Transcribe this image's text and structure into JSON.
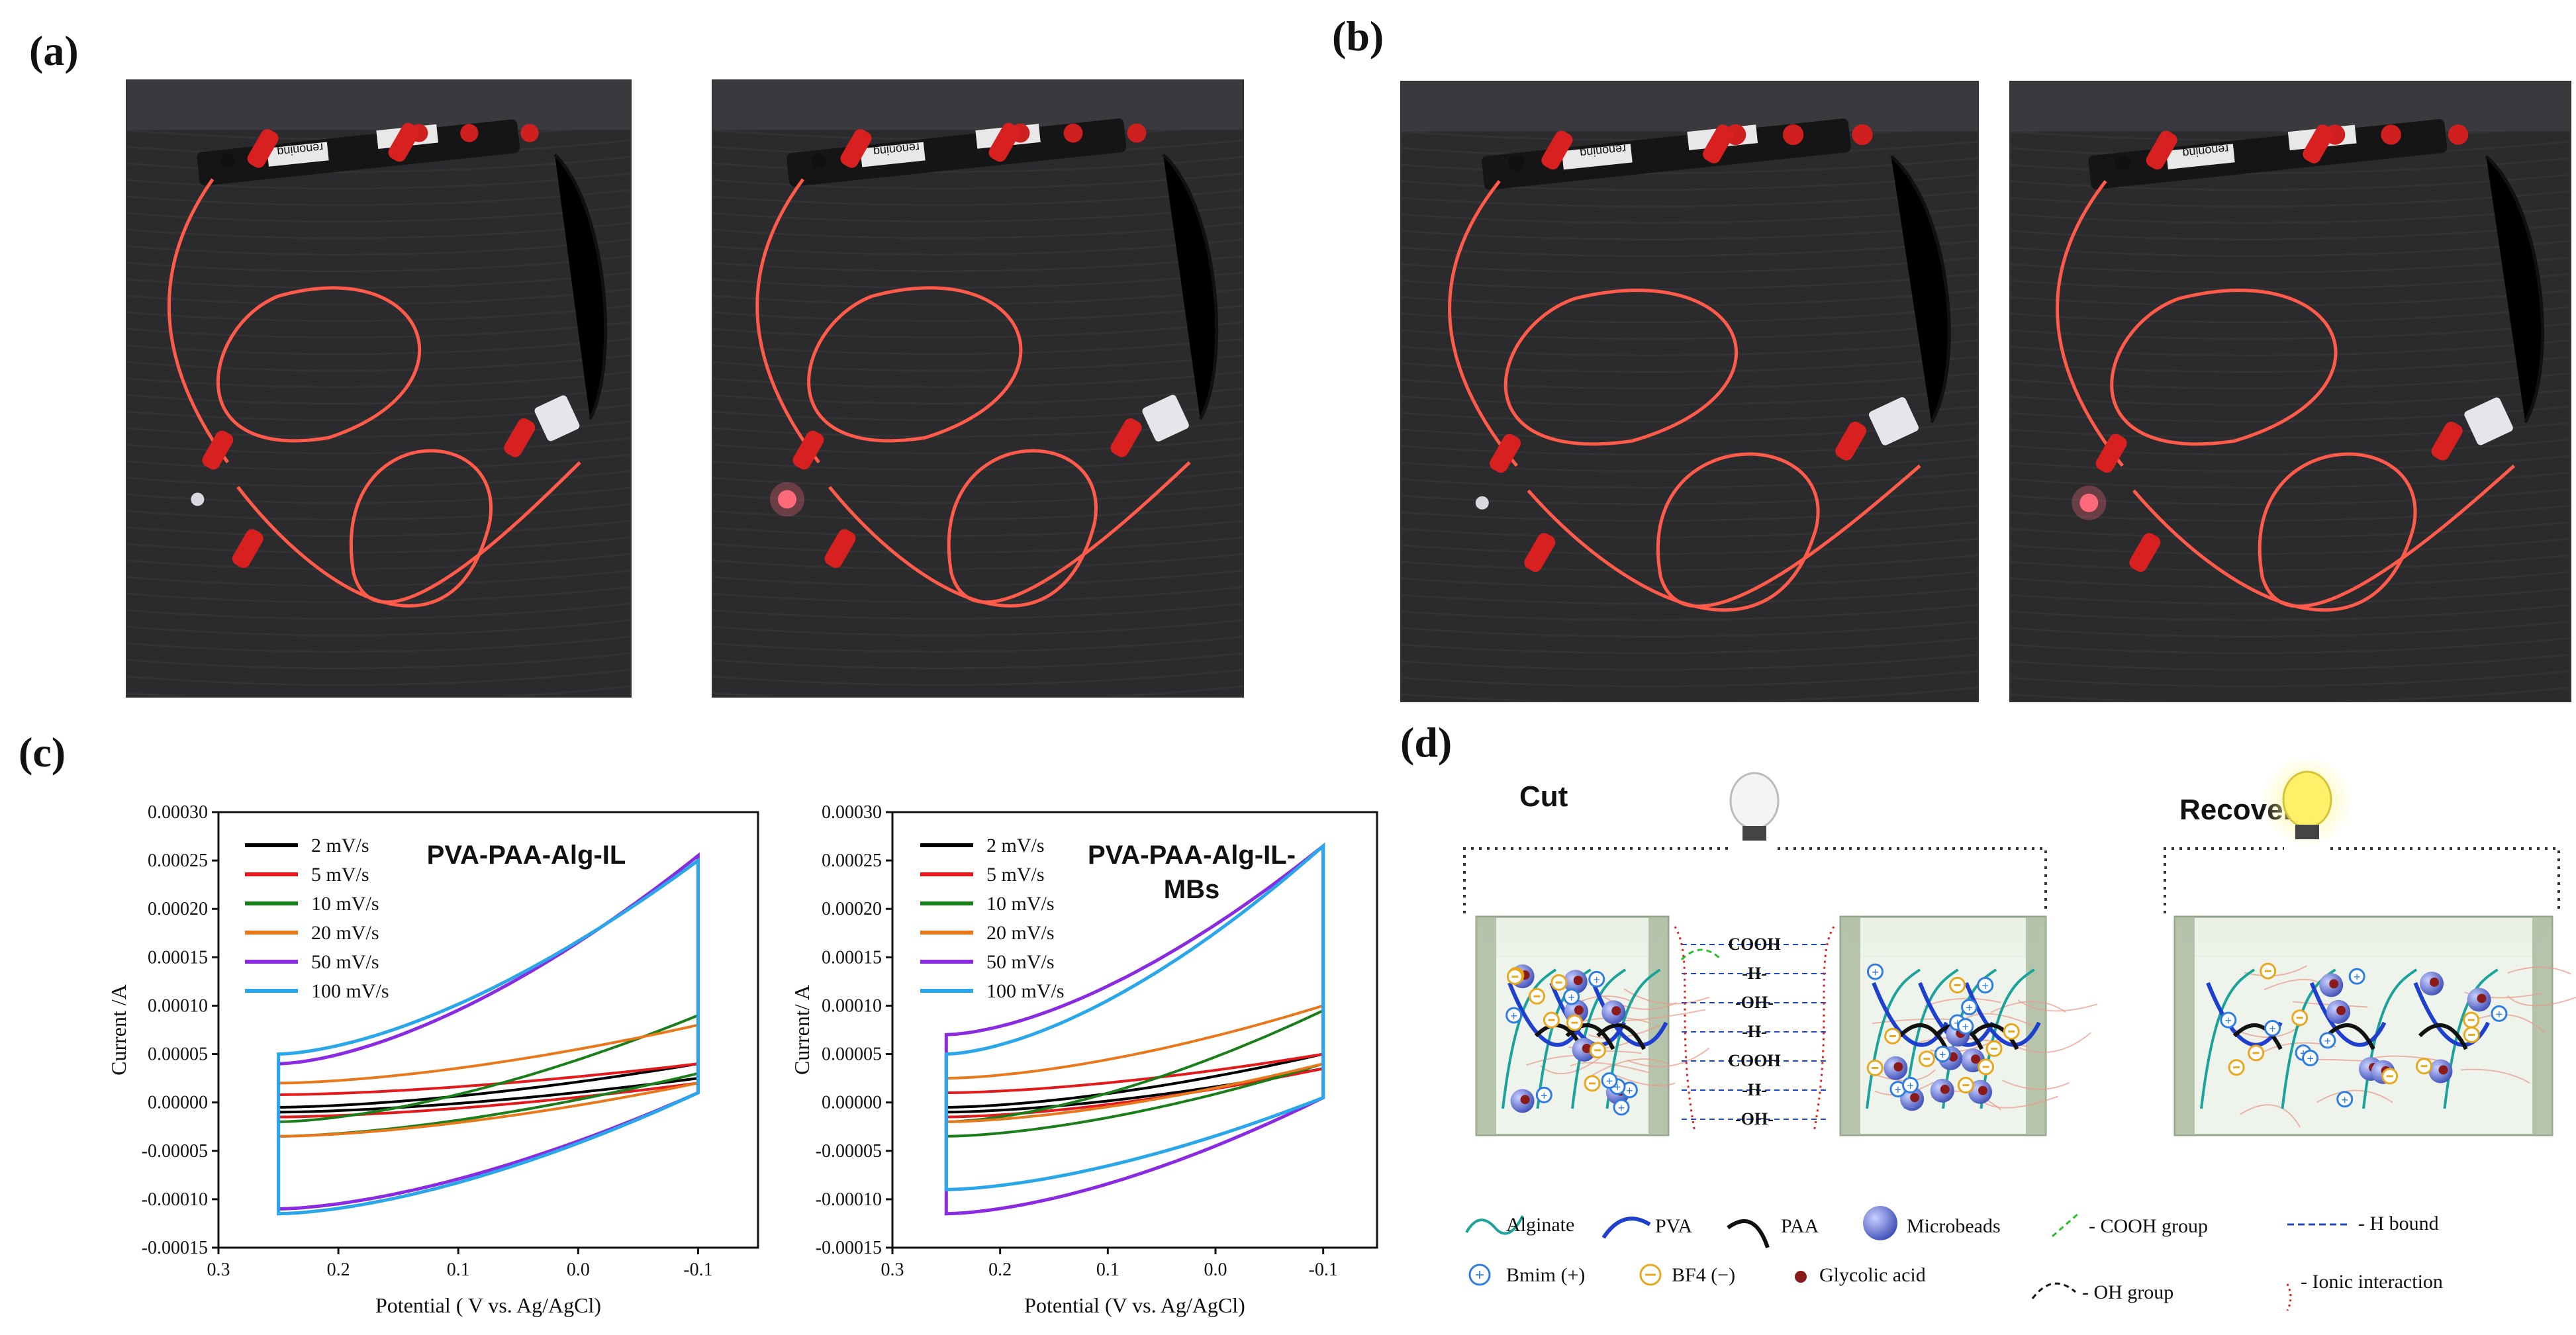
{
  "panels": {
    "a": "(a)",
    "b": "(b)",
    "c": "(c)",
    "d": "(d)"
  },
  "photos": {
    "device_label": "renoning"
  },
  "chart_data": [
    {
      "type": "line",
      "title": "PVA-PAA-Alg-IL",
      "xlabel": "Potential ( V vs. Ag/AgCl)",
      "ylabel": "Current /A",
      "xlim": [
        0.3,
        -0.15
      ],
      "ylim": [
        -0.00015,
        0.0003
      ],
      "x_ticks": [
        "0.3",
        "0.2",
        "0.1",
        "0.0",
        "-0.1"
      ],
      "y_ticks": [
        "0.00030",
        "0.00025",
        "0.00020",
        "0.00015",
        "0.00010",
        "0.00005",
        "0.00000",
        "-0.00005",
        "-0.00010",
        "-0.00015"
      ],
      "series": [
        {
          "name": "2 mV/s",
          "color": "#000000",
          "x_start": 0.25,
          "x_end": -0.1,
          "upper_start": -5e-06,
          "upper_end": 4e-05,
          "lower_start": -1e-05,
          "lower_end": 2.5e-05
        },
        {
          "name": "5 mV/s",
          "color": "#e31a1c",
          "x_start": 0.25,
          "x_end": -0.1,
          "upper_start": 8e-06,
          "upper_end": 4e-05,
          "lower_start": -1.5e-05,
          "lower_end": 2e-05
        },
        {
          "name": "10 mV/s",
          "color": "#1a7f1a",
          "x_start": 0.25,
          "x_end": -0.1,
          "upper_start": -2e-05,
          "upper_end": 9e-05,
          "lower_start": -3.5e-05,
          "lower_end": 3e-05
        },
        {
          "name": "20 mV/s",
          "color": "#e8781c",
          "x_start": 0.25,
          "x_end": -0.1,
          "upper_start": 2e-05,
          "upper_end": 8e-05,
          "lower_start": -3.5e-05,
          "lower_end": 2e-05
        },
        {
          "name": "50 mV/s",
          "color": "#8a2be2",
          "x_start": 0.25,
          "x_end": -0.1,
          "upper_start": 4e-05,
          "upper_end": 0.000255,
          "lower_start": -0.00011,
          "lower_end": 1e-05
        },
        {
          "name": "100 mV/s",
          "color": "#2aa7e8",
          "x_start": 0.25,
          "x_end": -0.1,
          "upper_start": 5e-05,
          "upper_end": 0.00025,
          "lower_start": -0.000115,
          "lower_end": 1e-05
        }
      ]
    },
    {
      "type": "line",
      "title": "PVA-PAA-Alg-IL-MBs",
      "title_lines": [
        "PVA-PAA-Alg-IL-",
        "MBs"
      ],
      "xlabel": "Potential (V vs. Ag/AgCl)",
      "ylabel": "Current/ A",
      "xlim": [
        0.3,
        -0.15
      ],
      "ylim": [
        -0.00015,
        0.0003
      ],
      "x_ticks": [
        "0.3",
        "0.2",
        "0.1",
        "0.0",
        "-0.1"
      ],
      "y_ticks": [
        "0.00030",
        "0.00025",
        "0.00020",
        "0.00015",
        "0.00010",
        "0.00005",
        "0.00000",
        "-0.00005",
        "-0.00010",
        "-0.00015"
      ],
      "series": [
        {
          "name": "2 mV/s",
          "color": "#000000",
          "x_start": 0.25,
          "x_end": -0.1,
          "upper_start": -5e-06,
          "upper_end": 5e-05,
          "lower_start": -1e-05,
          "lower_end": 3.5e-05
        },
        {
          "name": "5 mV/s",
          "color": "#e31a1c",
          "x_start": 0.25,
          "x_end": -0.1,
          "upper_start": 1e-05,
          "upper_end": 5e-05,
          "lower_start": -1.5e-05,
          "lower_end": 3.5e-05
        },
        {
          "name": "10 mV/s",
          "color": "#1a7f1a",
          "x_start": 0.25,
          "x_end": -0.1,
          "upper_start": -2e-05,
          "upper_end": 9.5e-05,
          "lower_start": -3.5e-05,
          "lower_end": 4e-05
        },
        {
          "name": "20 mV/s",
          "color": "#e8781c",
          "x_start": 0.25,
          "x_end": -0.1,
          "upper_start": 2.5e-05,
          "upper_end": 0.0001,
          "lower_start": -2e-05,
          "lower_end": 4e-05
        },
        {
          "name": "50 mV/s",
          "color": "#8a2be2",
          "x_start": 0.25,
          "x_end": -0.1,
          "upper_start": 7e-05,
          "upper_end": 0.000265,
          "lower_start": -0.000115,
          "lower_end": 5e-06
        },
        {
          "name": "100 mV/s",
          "color": "#2aa7e8",
          "x_start": 0.25,
          "x_end": -0.1,
          "upper_start": 5e-05,
          "upper_end": 0.000265,
          "lower_start": -9e-05,
          "lower_end": 5e-06
        }
      ]
    }
  ],
  "diagram": {
    "cut_label": "Cut",
    "recover_label": "Recover",
    "bond_labels": [
      "COOH",
      "-H-",
      "-OH-",
      "-H-",
      "COOH",
      "-H-",
      "-OH-"
    ],
    "legend": {
      "alginate": "Alginate",
      "pva": "PVA",
      "paa": "PAA",
      "microbeads": "Microbeads",
      "cooh": "- COOH group",
      "hbound": "- H bound",
      "bmim": "Bmim (+)",
      "bf4": "BF4 (−)",
      "glycolic": "Glycolic acid",
      "oh": "- OH group",
      "ionic": "- Ionic interaction"
    },
    "colors": {
      "alginate": "#1aa39a",
      "pva": "#1f3fcf",
      "paa": "#111111",
      "microbead": "#6f7ee0",
      "cooh": "#27c227",
      "hbound": "#1f49b8",
      "bmim": "#2e7de0",
      "bf4": "#e8a81c",
      "glycolic": "#8b1a1a",
      "oh": "#111111",
      "ionic": "#e02020",
      "gel": "#c9d8bf"
    }
  }
}
